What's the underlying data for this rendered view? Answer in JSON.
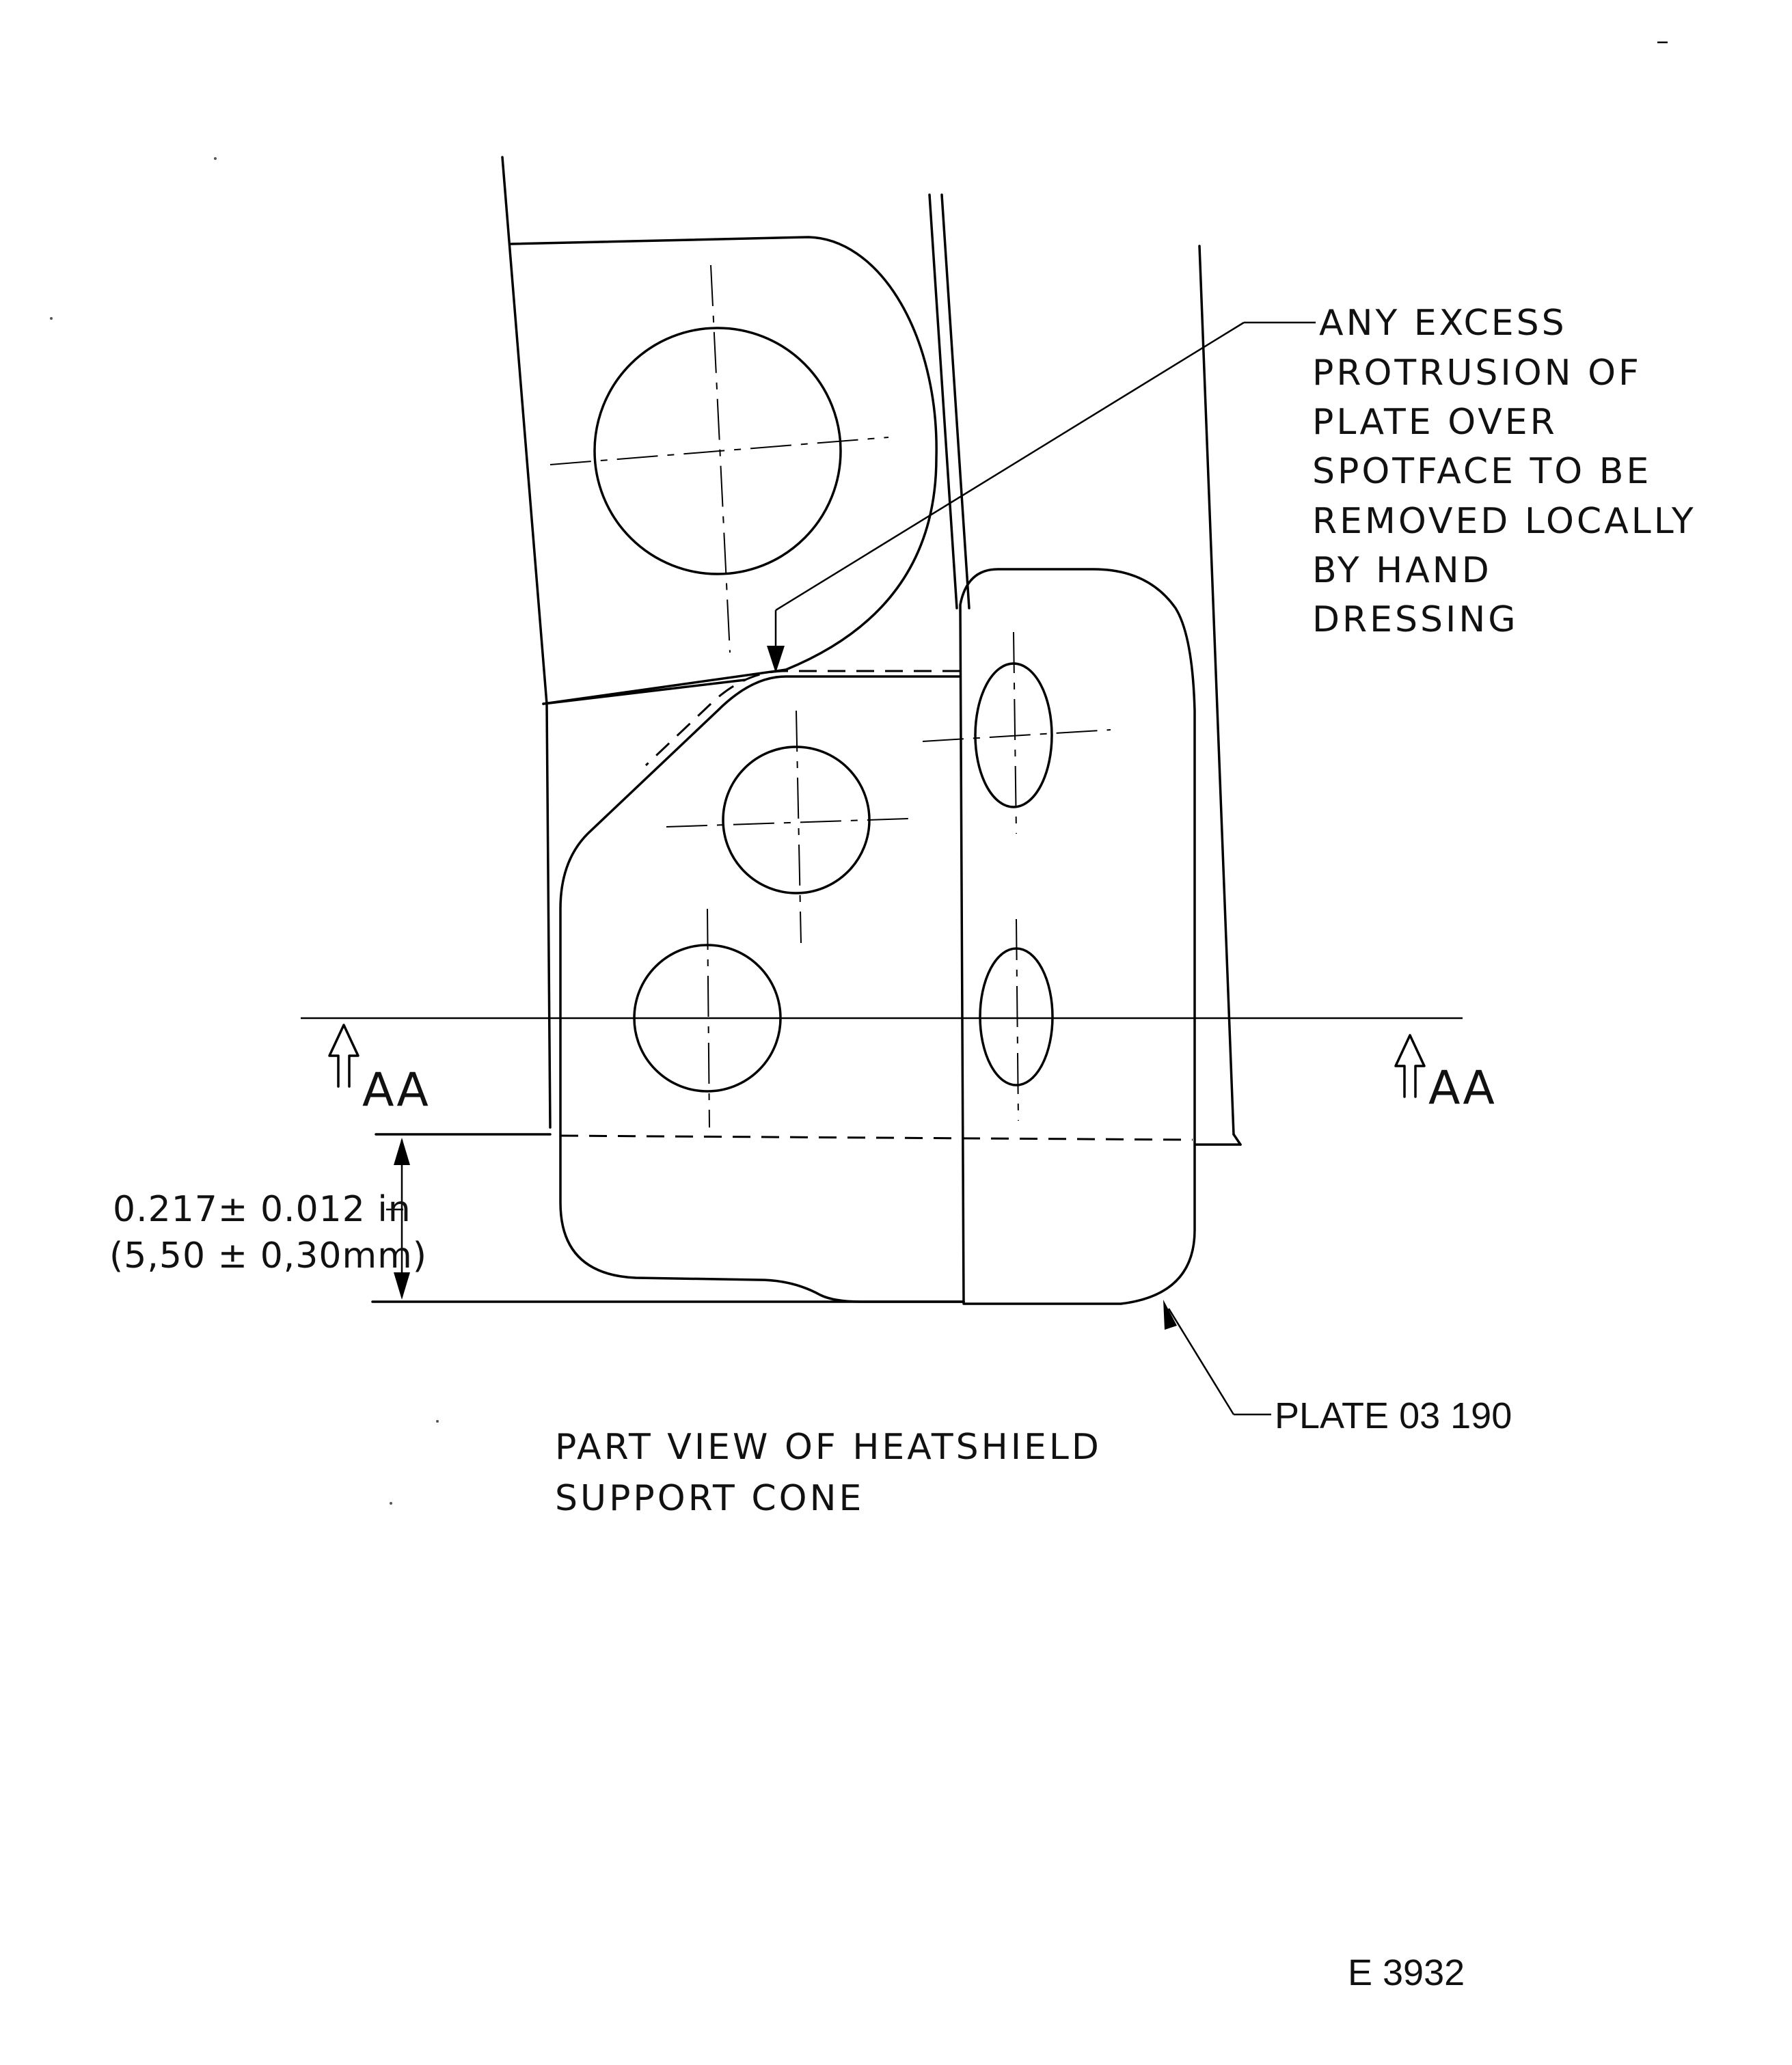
{
  "note": {
    "lines": [
      "ANY EXCESS",
      "PROTRUSION OF",
      "PLATE OVER",
      "SPOTFACE TO BE",
      "REMOVED LOCALLY",
      "BY HAND",
      "DRESSING"
    ]
  },
  "section_marker": {
    "left_label": "AA",
    "right_label": "AA"
  },
  "dimension": {
    "imperial": "0.217± 0.012 in",
    "metric": "(5,50 ± 0,30mm)"
  },
  "callout": {
    "plate_label": "PLATE 03 190"
  },
  "caption": {
    "line1": "PART VIEW OF HEATSHIELD",
    "line2": "SUPPORT CONE"
  },
  "figure_ref": "E 3932"
}
